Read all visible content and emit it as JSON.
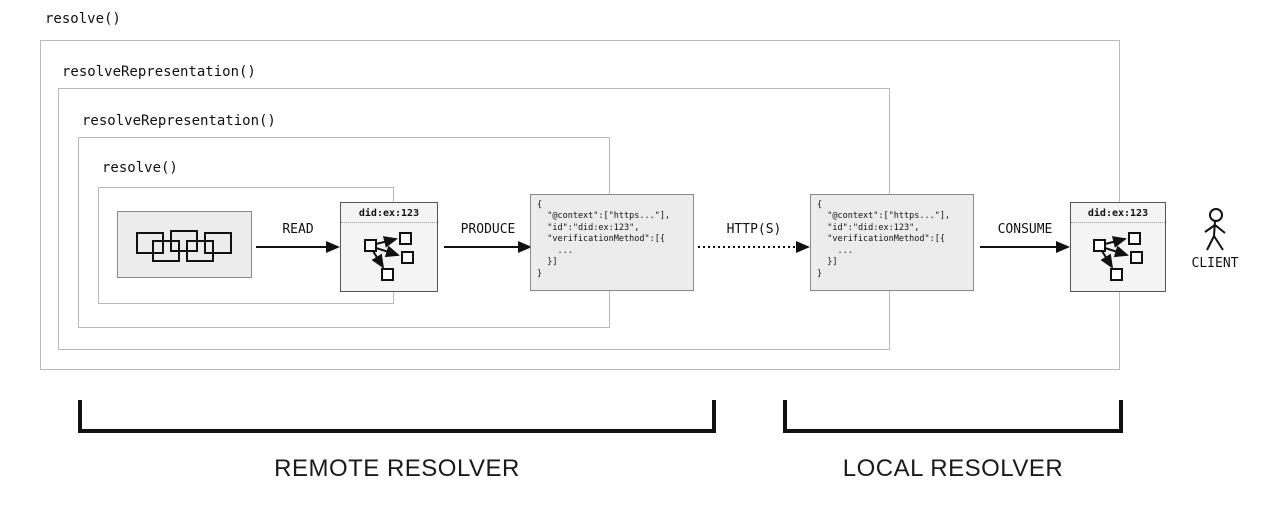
{
  "frames": {
    "resolve_outer": "resolve()",
    "resolve_representation_outer": "resolveRepresentation()",
    "resolve_representation_inner": "resolveRepresentation()",
    "resolve_inner": "resolve()"
  },
  "arrows": {
    "read": "READ",
    "produce": "PRODUCE",
    "http": "HTTP(S)",
    "consume": "CONSUME"
  },
  "did_box": {
    "title": "did:ex:123"
  },
  "json_doc": {
    "content": "{\n  \"@context\":[\"https...\"],\n  \"id\":\"did:ex:123\",\n  \"verificationMethod\":[{\n    ...\n  }]\n}"
  },
  "client": {
    "label": "CLIENT"
  },
  "sections": {
    "remote": "REMOTE RESOLVER",
    "local": "LOCAL RESOLVER"
  },
  "icons": {
    "database": "overlapping-records-icon",
    "did_graph": "did-graph-icon",
    "client": "stick-figure-icon"
  },
  "colors": {
    "frame_border": "#b9b9b9",
    "box_fill": "#ececec",
    "ink": "#111111"
  }
}
